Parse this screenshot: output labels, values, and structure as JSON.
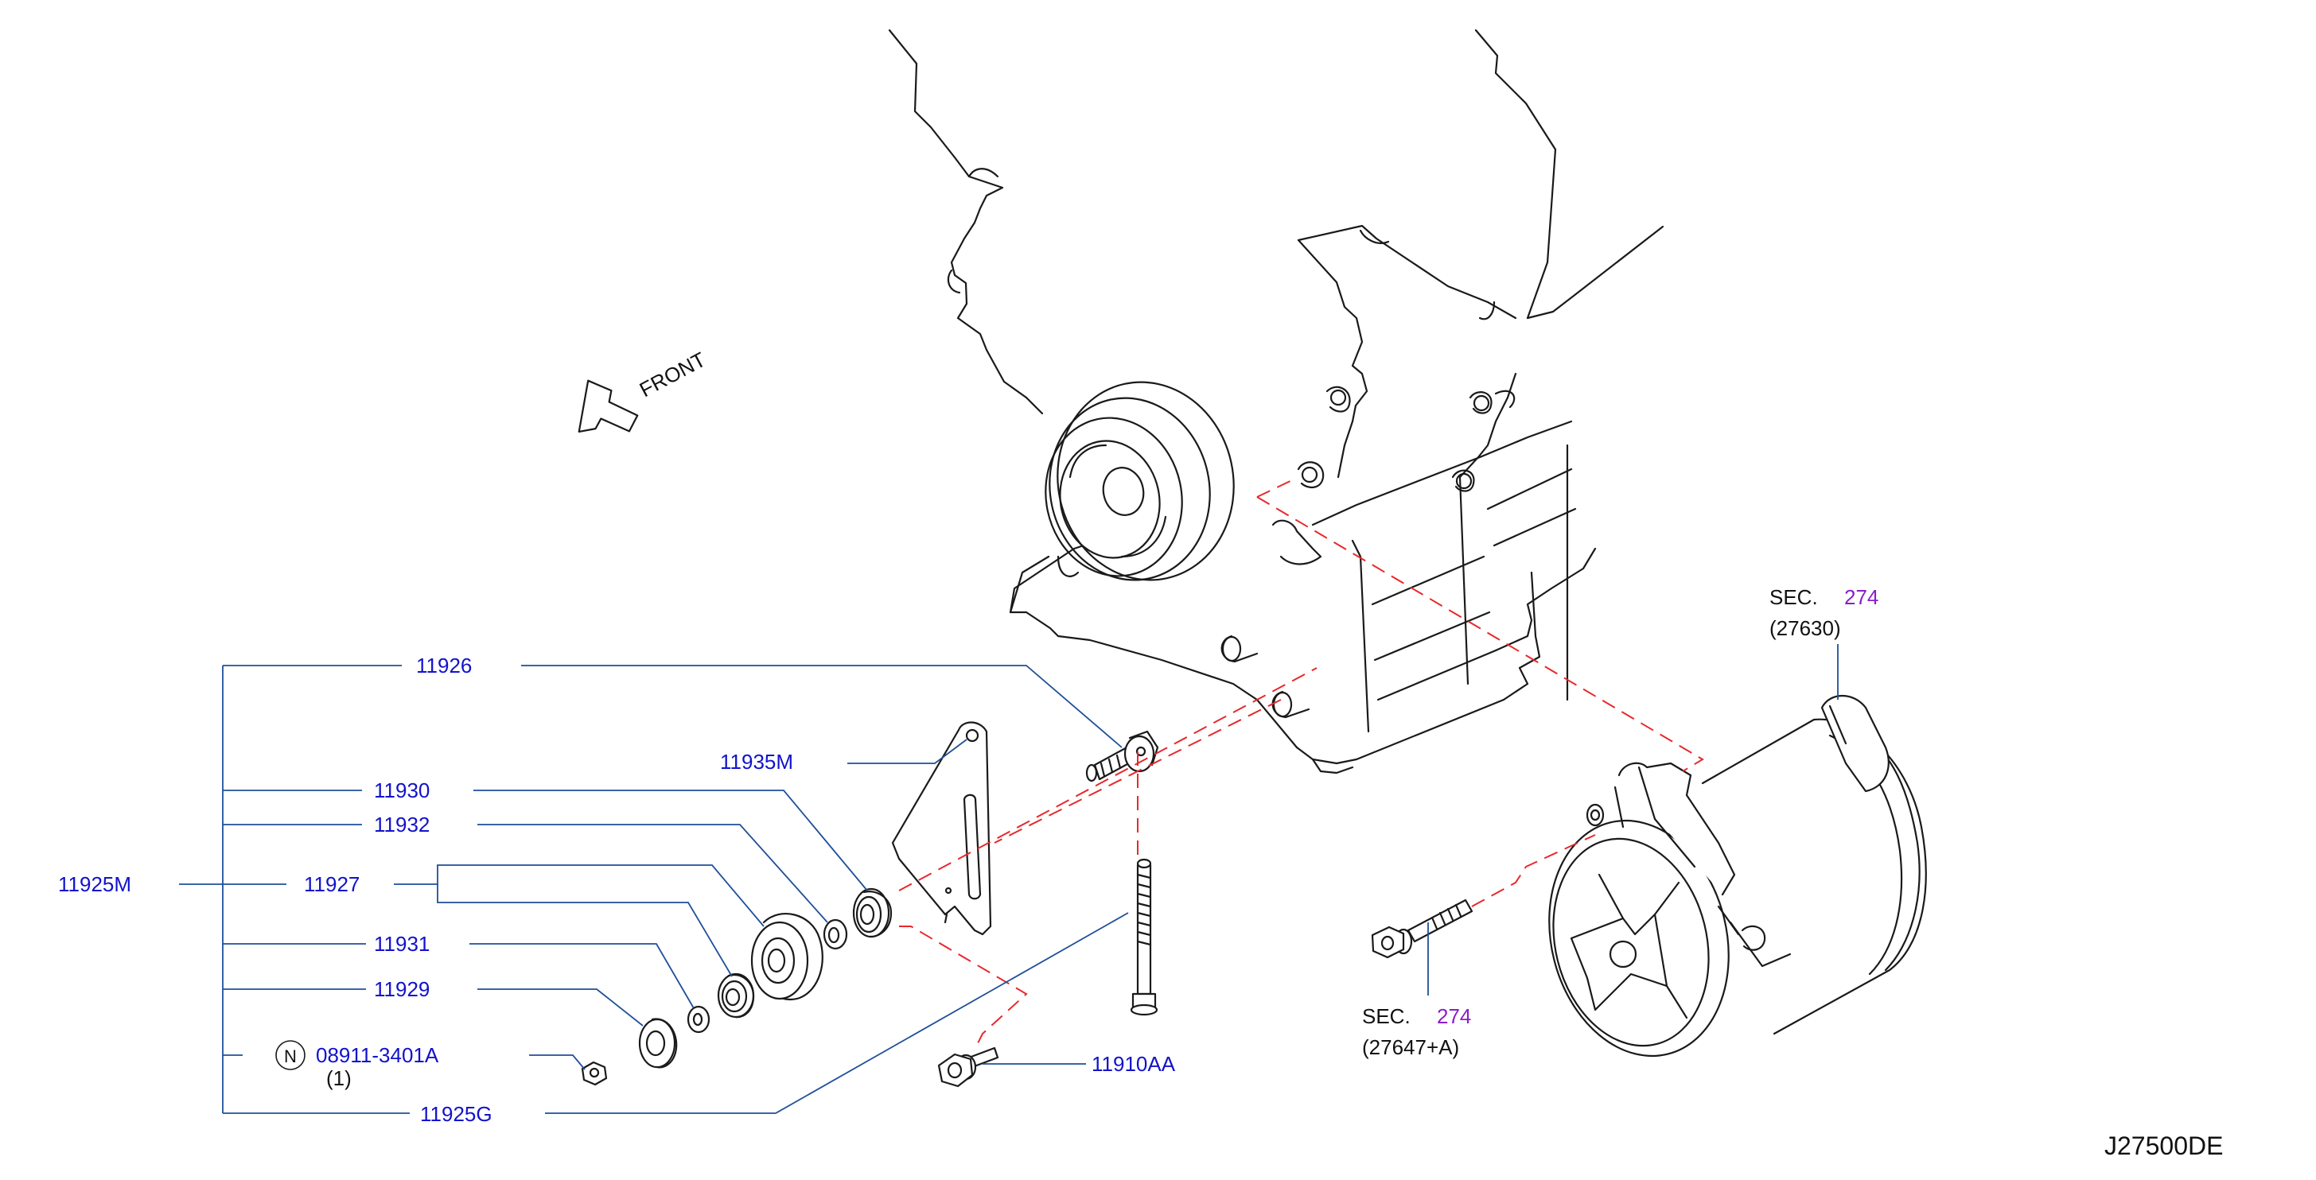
{
  "diagram_code": "J27500DE",
  "front_label": "FRONT",
  "parts": {
    "p11926": "11926",
    "p11935m": "11935M",
    "p11930": "11930",
    "p11932": "11932",
    "p11925m": "11925M",
    "p11927": "11927",
    "p11931": "11931",
    "p11929": "11929",
    "p08911": "08911-3401A",
    "p08911_qty": "(1)",
    "p08911_marker": "N",
    "p11925g": "11925G",
    "p11910aa": "11910AA"
  },
  "sections": {
    "compressor": {
      "prefix": "SEC.",
      "number": "274",
      "ref": "(27630)"
    },
    "bolt": {
      "prefix": "SEC.",
      "number": "274",
      "ref": "(27647+A)"
    }
  },
  "colors": {
    "part_number": "#1212cc",
    "section_number": "#8a1ec8",
    "leader_line": "#1f4f99",
    "dashed_line": "#e8282b",
    "drawing": "#1a1a1a"
  }
}
